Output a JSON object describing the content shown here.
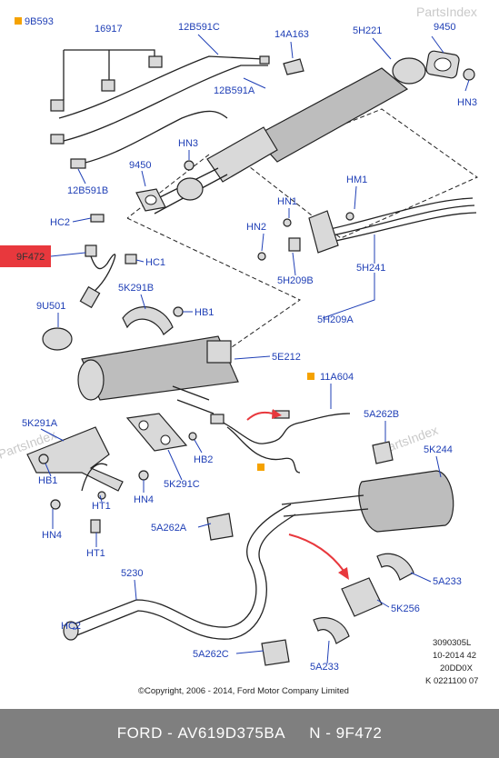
{
  "watermark": "PartsIndex",
  "labels": {
    "l9B593": "9B593",
    "l16917": "16917",
    "l12B591C": "12B591C",
    "l14A163": "14A163",
    "l5H221": "5H221",
    "l9450a": "9450",
    "lHN3a": "HN3",
    "l12B591A": "12B591A",
    "lHN3b": "HN3",
    "l9450b": "9450",
    "l12B591B": "12B591B",
    "lHC2": "HC2",
    "l9F472": "9F472",
    "lHC1": "HC1",
    "l5K291B": "5K291B",
    "lHB1a": "HB1",
    "l9U501": "9U501",
    "l5E212": "5E212",
    "lHN1": "HN1",
    "lHM1": "HM1",
    "lHN2": "HN2",
    "l5H241": "5H241",
    "l5H209B": "5H209B",
    "l5H209A": "5H209A",
    "l11A604": "11A604",
    "l5A262B": "5A262B",
    "l5K291A": "5K291A",
    "lHB2": "HB2",
    "l5K244": "5K244",
    "lHB1b": "HB1",
    "lHT1a": "HT1",
    "lHN4a": "HN4",
    "l5K291C": "5K291C",
    "lHN4b": "HN4",
    "lHT1b": "HT1",
    "l5A262A": "5A262A",
    "l5230": "5230",
    "l5A233a": "5A233",
    "lHC2b": "HC2",
    "l5K256": "5K256",
    "l5A262C": "5A262C",
    "l5A233b": "5A233"
  },
  "notes": {
    "ref1": "3090305L",
    "ref2": "10-2014 42",
    "ref3": "20DD0X",
    "ref4": "K 0221100 07",
    "copyright": "©Copyright, 2006 - 2014, Ford Motor Company Limited"
  },
  "colors": {
    "label_blue": "#1f3fb6",
    "highlight_red": "#e8383d",
    "marker_orange": "#f5a200",
    "footer_bg": "#7f7f7f"
  },
  "footer": {
    "brand": "FORD",
    "part_number": "AV619D375BA",
    "reference": "N - 9F472"
  }
}
